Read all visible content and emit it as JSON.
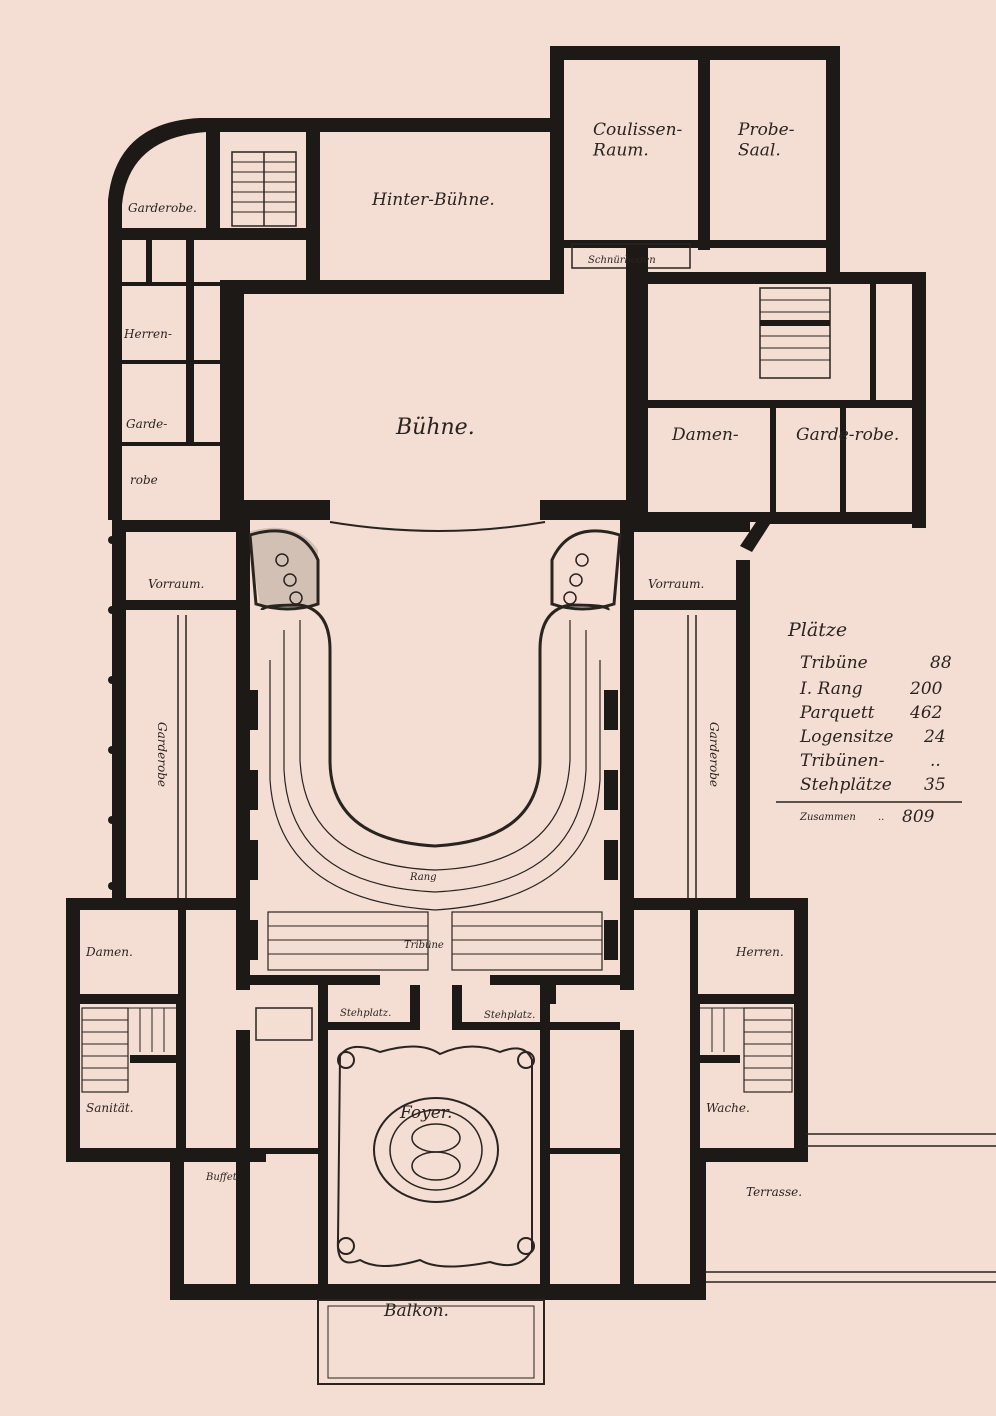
{
  "rooms": {
    "coulissen_raum": "Coulissen-\nRaum.",
    "probe_saal": "Probe-\nSaal.",
    "garderobe_top": "Garderobe.",
    "hinter_buehne": "Hinter-Bühne.",
    "schnuerboden": "Schnürboden",
    "herren_left": "Herren-",
    "garde_left": "Garde-",
    "robe_left": "robe",
    "buehne": "Bühne.",
    "damen_top": "Damen-",
    "garderobe_right": "Garde-robe.",
    "vorraum_left": "Vorraum.",
    "vorraum_right": "Vorraum.",
    "garderobe_vert_left": "Garderobe",
    "garderobe_vert_right": "Garderobe",
    "rang": "Rang",
    "tribune": "Tribüne",
    "damen_bottom": "Damen.",
    "herren_bottom": "Herren.",
    "stehplatz_left": "Stehplatz.",
    "stehplatz_right": "Stehplatz.",
    "sanitaet": "Sanität.",
    "foyer": "Foyer.",
    "wache": "Wache.",
    "buffet": "Buffet.",
    "terrasse": "Terrasse.",
    "balkon": "Balkon."
  },
  "legend": {
    "title": "Plätze",
    "items": [
      {
        "label": "Tribüne",
        "value": "88"
      },
      {
        "label": "I. Rang",
        "value": "200"
      },
      {
        "label": "Parquett",
        "value": "462"
      },
      {
        "label": "Logensitze",
        "value": "24"
      },
      {
        "label": "Tribünen-",
        "value": ".."
      },
      {
        "label": "Stehplätze",
        "value": "35"
      }
    ],
    "total_label": "Zusammen",
    "total_dots": "..",
    "total_value": "809"
  },
  "colors": {
    "paper": "#f4ddd2",
    "ink": "#1d1917"
  }
}
